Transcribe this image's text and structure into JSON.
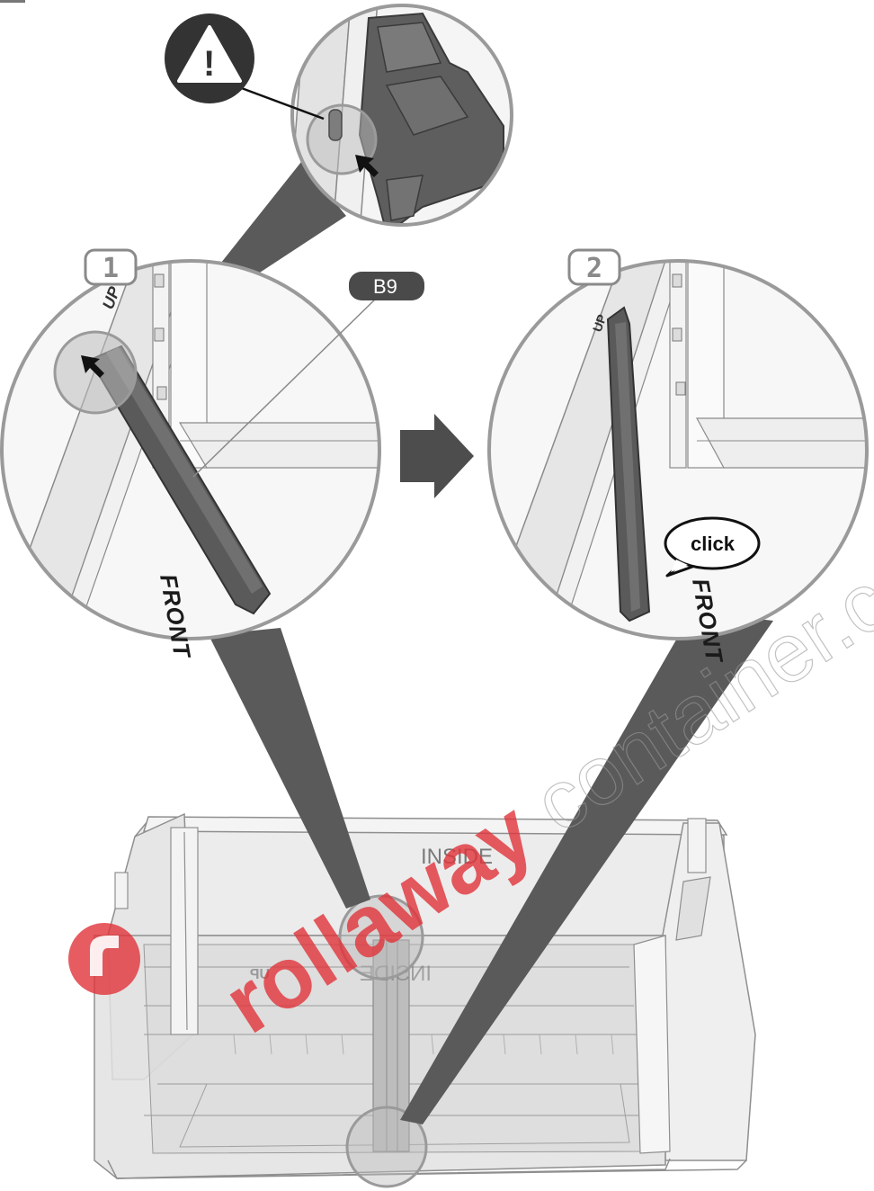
{
  "labels": {
    "step1": "1",
    "step2": "2",
    "part_code": "B9",
    "front_1": "FRONT",
    "front_2": "FRONT",
    "click": "click",
    "inside": "INSIDE",
    "inside_mirrored": "INSIDE",
    "up": "UP",
    "up_mirrored": "UP",
    "warning": "!"
  },
  "watermark": {
    "bold": "rollaway",
    "light": "container.com"
  },
  "icons": {
    "warning": "warning-triangle-icon",
    "next": "arrow-right-icon",
    "press": "press-arrow-icon"
  },
  "colors": {
    "rail": "#5a5a5a",
    "label_bg": "#4a4a4a",
    "watermark_red": "#e0333a",
    "lens": "#9e9e9e",
    "outline": "#8f8f8f"
  }
}
